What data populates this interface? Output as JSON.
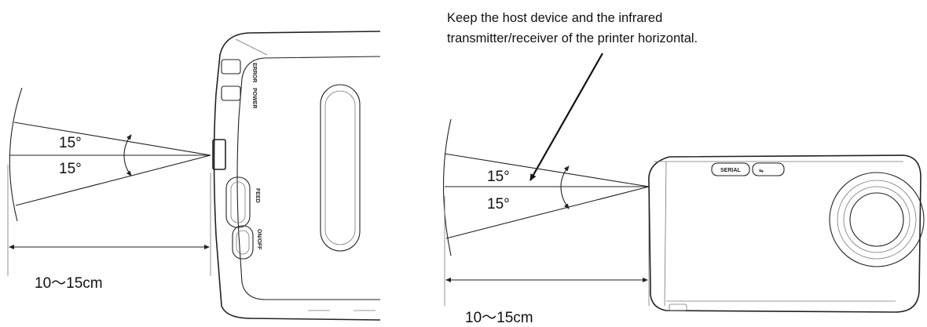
{
  "note": {
    "line1": "Keep the host device and the infrared",
    "line2": "transmitter/receiver of the printer horizontal."
  },
  "left_view": {
    "angle_top": "15°",
    "angle_bottom": "15°",
    "distance": "10～15cm",
    "buttons": {
      "error": "ERROR",
      "power": "POWER",
      "feed": "FEED",
      "on_off": "ON/OFF"
    }
  },
  "right_view": {
    "angle_top": "15°",
    "angle_bottom": "15°",
    "distance": "10～15cm",
    "port_serial": "SERIAL"
  }
}
